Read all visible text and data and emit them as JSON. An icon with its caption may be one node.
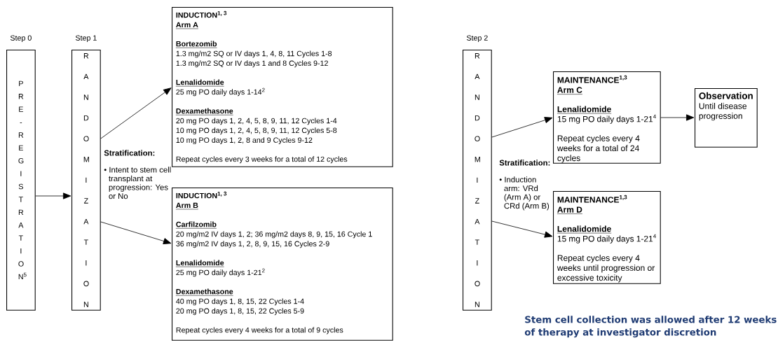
{
  "diagram": {
    "nodes": [
      {
        "text": [
          "Step 0",
          "P R E - R E G I S T R A T I O N$^{5}$"
        ]
      },
      {
        "text": [
          "Step 1",
          "R A N D O M I Z A T I O N"
        ]
      },
      {
        "text": [
          "INDUCTION$^{1, 3}$",
          "Arm A",
          "Bortezomib",
          "1.3 mg/m2 SQ or IV days 1, 4, 8, 11 Cycles 1-8",
          "1.3 mg/m2 SQ or IV days 1 and 8 Cycles 9-12",
          "Lenalidomide",
          "25 mg PO daily days 1-14$^{2}$",
          "Dexamethasone",
          "20 mg PO days 1, 2, 4, 5, 8, 9, 11, 12 Cycles 1-4",
          "10 mg PO days 1, 2, 4, 5, 8, 9, 11, 12 Cycles 5-8",
          "10 mg PO days 1, 2, 8 and 9 Cycles 9-12",
          "Repeat cycles every 3 weeks for a total of 12 cycles"
        ]
      },
      {
        "text": [
          "INDUCTION$^{1, 3}$",
          "Arm B",
          "Carfilzomib",
          "20 mg/m2 IV days 1, 2; 36 mg/m2 days 8, 9, 15, 16 Cycle 1",
          "36 mg/m2 IV days 1, 2, 8, 9, 15, 16 Cycles 2-9",
          "Lenalidomide",
          "25 mg PO daily days 1-21$^{2}$",
          "Dexamethasone",
          "40 mg PO days 1, 8, 15, 22 Cycles 1-4",
          "20 mg PO days 1, 8, 15, 22 Cycles 5-9",
          "Repeat cycles every 4 weeks for a total of 9 cycles"
        ]
      },
      {
        "text": [
          "Step 2",
          "R A N D O M I Z A T I O N"
        ]
      },
      {
        "text": [
          "MAINTENANCE$^{1,3}$",
          "Arm C",
          "Lenalidomide",
          "15 mg PO daily days 1-21$^{4}$",
          "Repeat cycles every 4 weeks for a total of 24 cycles"
        ]
      },
      {
        "text": [
          "Observation",
          "Until disease progression"
        ]
      },
      {
        "text": [
          "MAINTENANCE$^{1,3}$",
          "Arm D",
          "Lenalidomide",
          "15 mg PO daily days 1-21$^{4}$",
          "Repeat cycles every 4 weeks until progression or excessive toxicity"
        ]
      }
    ],
    "edges": [
      {
        "from": 0,
        "to": 1,
        "arrow": "to"
      },
      {
        "from": 1,
        "to": 2,
        "arrow": "to"
      },
      {
        "from": 1,
        "to": 3,
        "arrow": "to"
      },
      {
        "from": 4,
        "to": 5,
        "arrow": "to"
      },
      {
        "from": 5,
        "to": 6,
        "arrow": "to"
      },
      {
        "from": 4,
        "to": 7,
        "arrow": "to"
      }
    ],
    "labels": [
      "Stratification:",
      "• Intent to stem cell transplant at progression: Yes or No",
      "Stratification:",
      "• Induction arm: VRd (Arm A) or CRd (Arm B)",
      "Stem cell collection was allowed after 12 weeks of therapy at investigator discretion"
    ]
  }
}
